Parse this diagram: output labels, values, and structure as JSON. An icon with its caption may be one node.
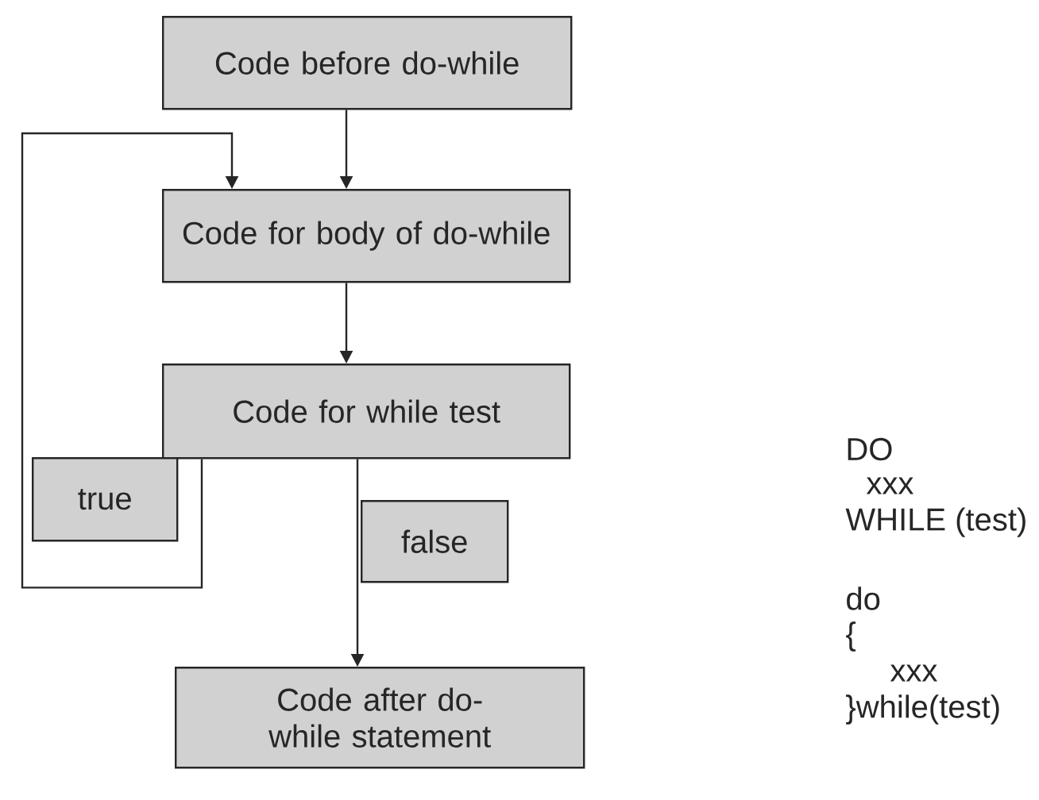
{
  "diagram": {
    "nodes": [
      {
        "text": [
          "Code before do-while"
        ]
      },
      {
        "text": [
          "Code for body of do-while"
        ]
      },
      {
        "text": [
          "Code for while test"
        ]
      },
      {
        "text": [
          "true"
        ]
      },
      {
        "text": [
          "false"
        ]
      },
      {
        "text": [
          "Code after do-while statement"
        ]
      }
    ],
    "edges": [
      {
        "from": 0,
        "to": 1,
        "arrow": "to"
      },
      {
        "from": 1,
        "to": 2,
        "arrow": "to"
      },
      {
        "from": 2,
        "to": 5,
        "arrow": "to"
      },
      {
        "from": 2,
        "to": 1,
        "arrow": "to"
      }
    ],
    "labels": [
      "DO",
      "xxx",
      "WHILE (test)",
      "do",
      "{",
      "xxx",
      "}while(test)"
    ]
  }
}
